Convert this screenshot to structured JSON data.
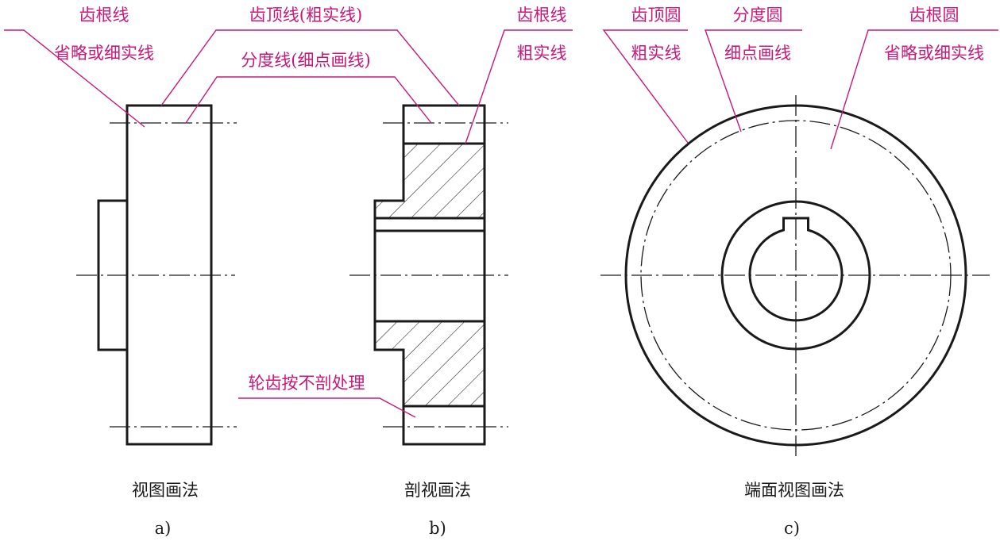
{
  "colors": {
    "annotation": "#c8187a",
    "line": "#1a1a1a",
    "background": "#ffffff"
  },
  "view_a": {
    "root_line_title": "齿根线",
    "root_line_note": "省略或细实线",
    "tip_line": "齿顶线(粗实线)",
    "pitch_line": "分度线(细点画线)",
    "caption": "视图画法",
    "letter": "a)"
  },
  "view_b": {
    "root_line_title": "齿根线",
    "root_line_note": "粗实线",
    "teeth_note": "轮齿按不剖处理",
    "caption": "剖视画法",
    "letter": "b)"
  },
  "view_c": {
    "tip_circle_title": "齿顶圆",
    "tip_circle_note": "粗实线",
    "pitch_circle_title": "分度圆",
    "pitch_circle_note": "细点画线",
    "root_circle_title": "齿根圆",
    "root_circle_note": "省略或细实线",
    "caption": "端面视图画法",
    "letter": "c)"
  }
}
